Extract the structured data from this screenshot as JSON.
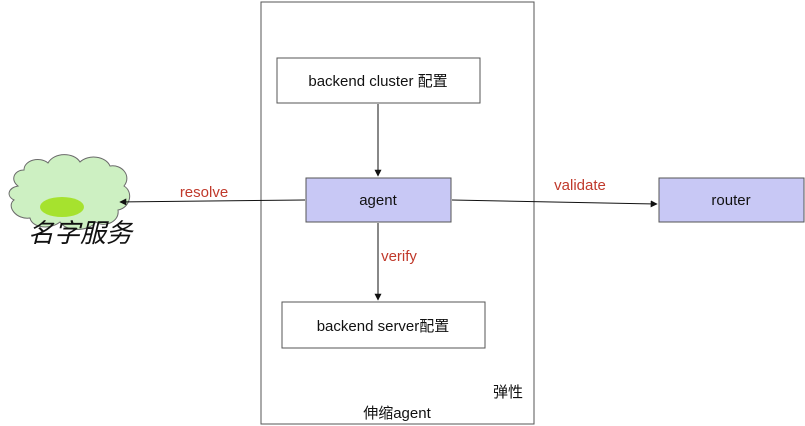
{
  "diagram": {
    "container": {
      "label": "伸缩agent",
      "sub_label": "弹性"
    },
    "nodes": {
      "cluster_config": {
        "label": "backend cluster 配置"
      },
      "agent": {
        "label": "agent"
      },
      "server_config": {
        "label": "backend server配置"
      },
      "router": {
        "label": "router"
      },
      "name_service": {
        "label": "名字服务"
      }
    },
    "edges": {
      "resolve": {
        "label": "resolve"
      },
      "validate": {
        "label": "validate"
      },
      "verify": {
        "label": "verify"
      }
    },
    "colors": {
      "highlight_fill": "#c8c8f5",
      "box_stroke": "#333333",
      "edge_label": "#c0392b",
      "cloud_fill": "#cdf0c2",
      "cloud_blob": "#a6e22e"
    }
  }
}
